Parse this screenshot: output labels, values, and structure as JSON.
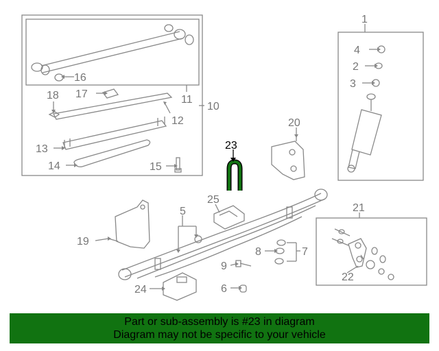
{
  "diagram": {
    "highlight_color": "#117311",
    "callouts": {
      "c1": "1",
      "c2": "2",
      "c3": "3",
      "c4": "4",
      "c5": "5",
      "c6": "6",
      "c7": "7",
      "c8": "8",
      "c9": "9",
      "c10": "10",
      "c11": "11",
      "c12": "12",
      "c13": "13",
      "c14": "14",
      "c15": "15",
      "c16": "16",
      "c17": "17",
      "c18": "18",
      "c19": "19",
      "c20": "20",
      "c21": "21",
      "c22": "22",
      "c23": "23",
      "c24": "24",
      "c25": "25"
    }
  },
  "banner": {
    "line1": "Part or sub-assembly is #23 in diagram",
    "line2": "Diagram may not be specific to your vehicle",
    "background": "#117311"
  }
}
